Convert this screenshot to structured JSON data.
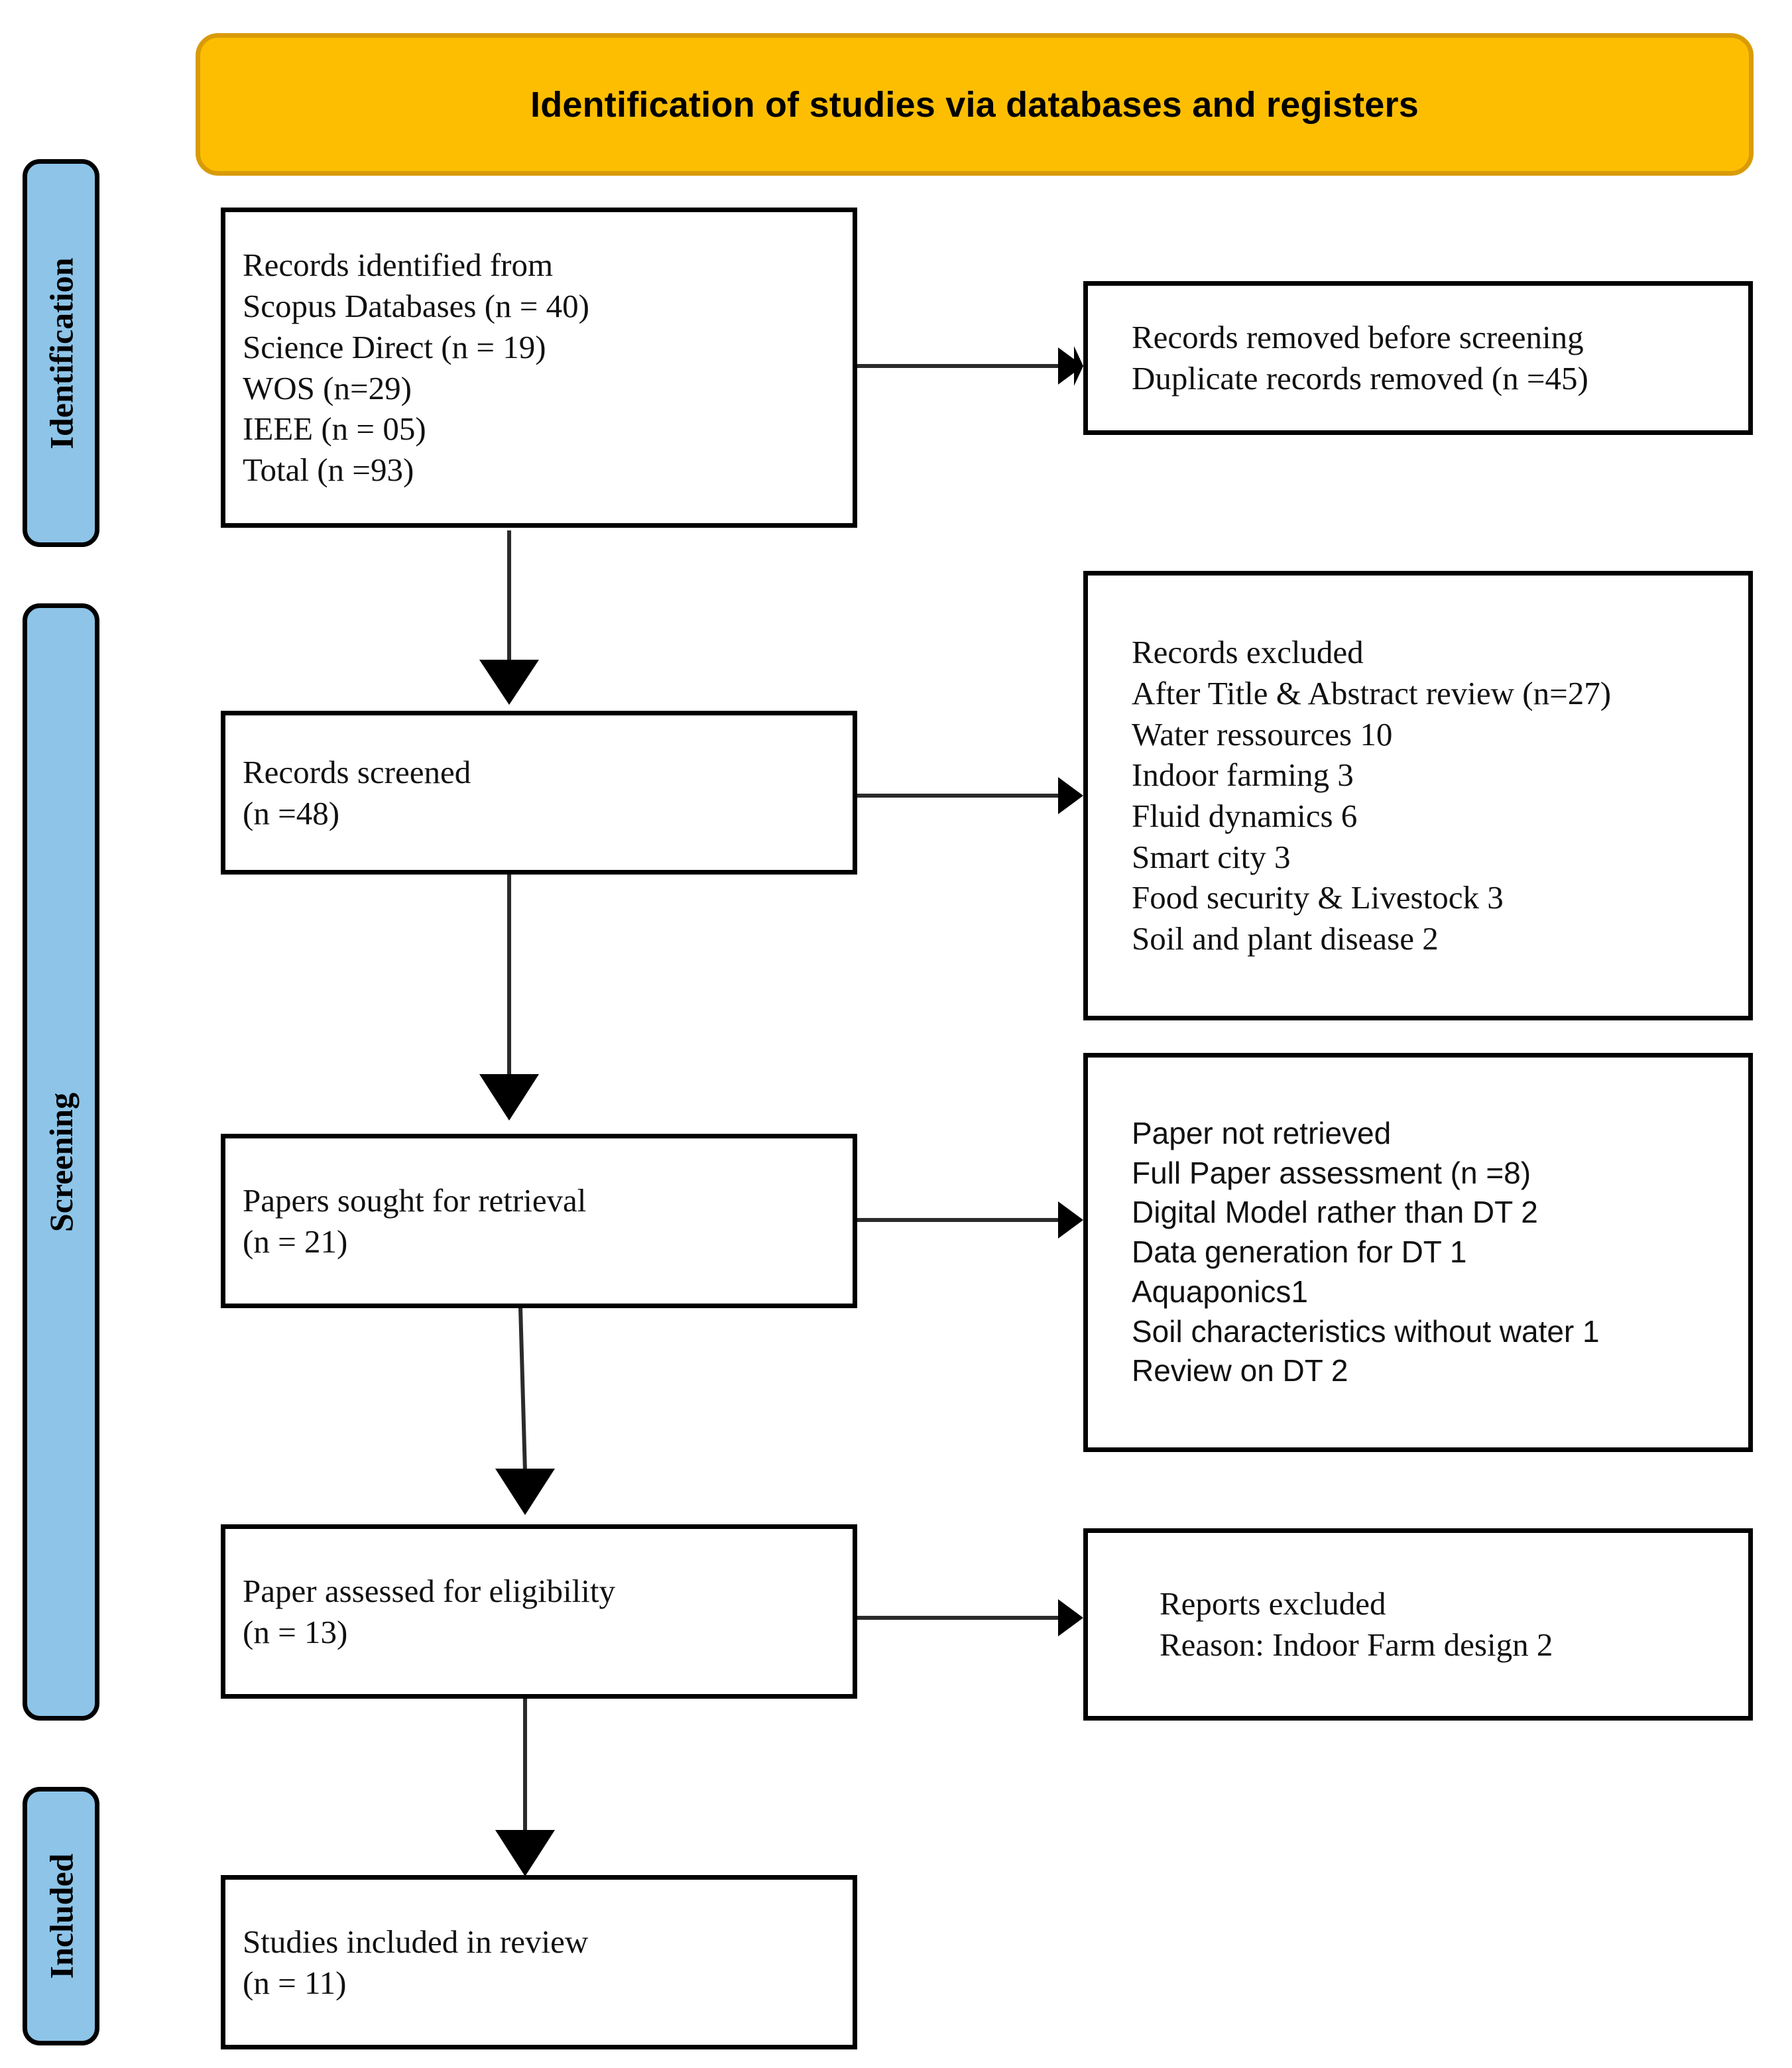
{
  "banner": {
    "title": "Identification of studies via databases and registers",
    "bg_color": "#FDBE02",
    "border_color": "#D99B06"
  },
  "sidebar": {
    "bg_color": "#8DC4E8",
    "items": [
      {
        "label": "Identification"
      },
      {
        "label": "Screening"
      },
      {
        "label": "Included"
      }
    ]
  },
  "flow": {
    "records_identified": {
      "lines": [
        "Records identified from",
        "Scopus Databases (n = 40)",
        "Science Direct (n = 19)",
        "WOS (n=29)",
        "IEEE (n = 05)",
        "Total (n =93)"
      ]
    },
    "records_removed": {
      "lines": [
        "Records removed before screening",
        "Duplicate records removed (n =45)"
      ]
    },
    "records_screened": {
      "lines": [
        "Records screened",
        "(n =48)"
      ]
    },
    "records_excluded": {
      "lines": [
        "Records excluded",
        "After Title & Abstract review (n=27)",
        "Water ressources 10",
        "Indoor farming 3",
        "Fluid dynamics 6",
        "Smart city 3",
        "Food security & Livestock 3",
        "Soil and plant disease 2"
      ]
    },
    "papers_sought": {
      "lines": [
        "Papers sought for retrieval",
        "(n = 21)"
      ]
    },
    "paper_not_retrieved": {
      "lines": [
        "Paper not retrieved",
        "Full Paper assessment (n =8)",
        "Digital Model rather than DT 2",
        "Data generation for DT 1",
        "Aquaponics1",
        "Soil characteristics without water 1",
        "Review on DT 2"
      ]
    },
    "paper_assessed": {
      "lines": [
        "Paper assessed for eligibility",
        "(n = 13)"
      ]
    },
    "reports_excluded": {
      "lines": [
        "Reports excluded",
        "Reason: Indoor Farm design 2"
      ]
    },
    "studies_included": {
      "lines": [
        "Studies included in review",
        "(n = 11)"
      ]
    }
  },
  "chart_data": {
    "type": "diagram",
    "title": "Identification of studies via databases and registers",
    "diagram_kind": "PRISMA flow diagram",
    "stages": [
      "Identification",
      "Screening",
      "Included"
    ],
    "nodes": [
      {
        "id": "records_identified",
        "stage": "Identification",
        "column": "left",
        "n_total": 93,
        "sources": [
          {
            "name": "Scopus Databases",
            "n": 40
          },
          {
            "name": "Science Direct",
            "n": 19
          },
          {
            "name": "WOS",
            "n": 29
          },
          {
            "name": "IEEE",
            "n": 5
          }
        ]
      },
      {
        "id": "records_removed",
        "stage": "Identification",
        "column": "right",
        "n": 45,
        "reasons": [
          {
            "name": "Duplicate records removed",
            "n": 45
          }
        ]
      },
      {
        "id": "records_screened",
        "stage": "Screening",
        "column": "left",
        "n": 48
      },
      {
        "id": "records_excluded",
        "stage": "Screening",
        "column": "right",
        "n": 27,
        "reasons": [
          {
            "name": "Water ressources",
            "n": 10
          },
          {
            "name": "Indoor farming",
            "n": 3
          },
          {
            "name": "Fluid dynamics",
            "n": 6
          },
          {
            "name": "Smart city",
            "n": 3
          },
          {
            "name": "Food security & Livestock",
            "n": 3
          },
          {
            "name": "Soil and plant disease",
            "n": 2
          }
        ]
      },
      {
        "id": "papers_sought",
        "stage": "Screening",
        "column": "left",
        "n": 21
      },
      {
        "id": "paper_not_retrieved",
        "stage": "Screening",
        "column": "right",
        "n": 8,
        "reasons": [
          {
            "name": "Digital Model rather than DT",
            "n": 2
          },
          {
            "name": "Data generation for DT",
            "n": 1
          },
          {
            "name": "Aquaponics",
            "n": 1
          },
          {
            "name": "Soil characteristics without water",
            "n": 1
          },
          {
            "name": "Review on DT",
            "n": 2
          }
        ]
      },
      {
        "id": "paper_assessed",
        "stage": "Screening",
        "column": "left",
        "n": 13
      },
      {
        "id": "reports_excluded",
        "stage": "Screening",
        "column": "right",
        "n": 2,
        "reasons": [
          {
            "name": "Indoor Farm design",
            "n": 2
          }
        ]
      },
      {
        "id": "studies_included",
        "stage": "Included",
        "column": "left",
        "n": 11
      }
    ],
    "edges": [
      {
        "from": "records_identified",
        "to": "records_removed",
        "direction": "right"
      },
      {
        "from": "records_identified",
        "to": "records_screened",
        "direction": "down"
      },
      {
        "from": "records_screened",
        "to": "records_excluded",
        "direction": "right"
      },
      {
        "from": "records_screened",
        "to": "papers_sought",
        "direction": "down"
      },
      {
        "from": "papers_sought",
        "to": "paper_not_retrieved",
        "direction": "right"
      },
      {
        "from": "papers_sought",
        "to": "paper_assessed",
        "direction": "down"
      },
      {
        "from": "paper_assessed",
        "to": "reports_excluded",
        "direction": "right"
      },
      {
        "from": "paper_assessed",
        "to": "studies_included",
        "direction": "down"
      }
    ]
  }
}
